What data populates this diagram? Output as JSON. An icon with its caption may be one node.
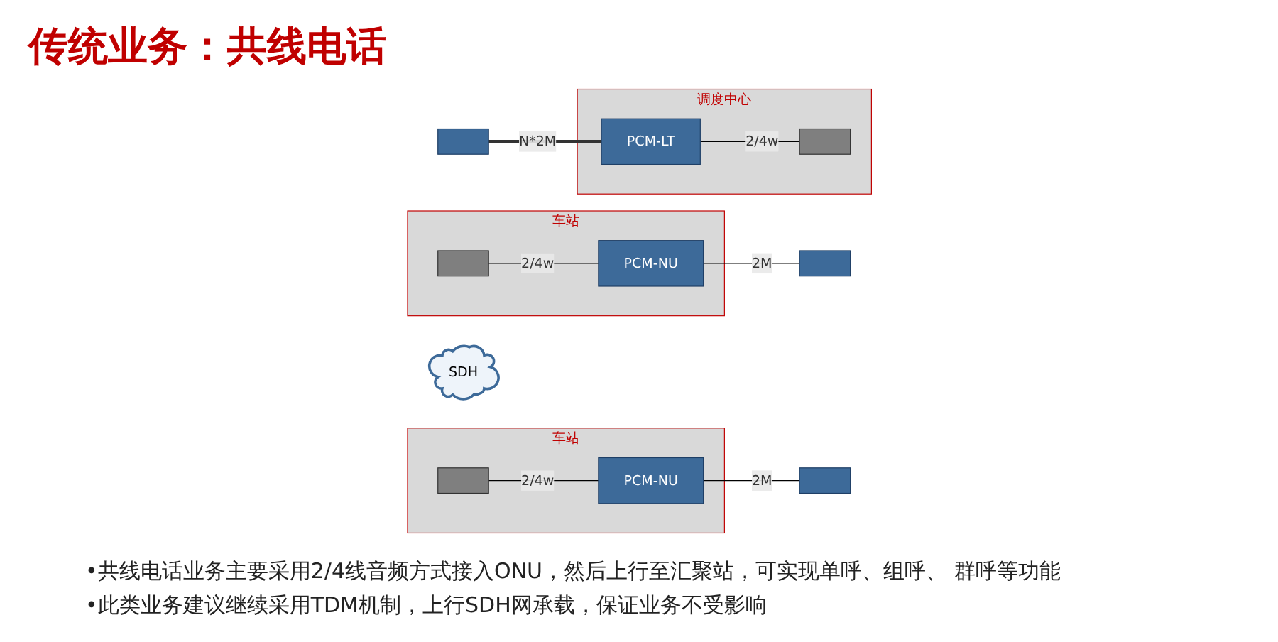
{
  "diagram": {
    "title": "传统业务：共线电话",
    "nodes": [
      {
        "text": [
          "车站"
        ]
      },
      {
        "text": [],
        "shape": "box",
        "in": 0
      },
      {
        "text": [
          "PCM-NU"
        ],
        "in": 0
      },
      {
        "text": [
          "车站"
        ]
      },
      {
        "text": [],
        "shape": "box",
        "in": 3
      },
      {
        "text": [
          "PCM-NU"
        ],
        "in": 3
      },
      {
        "text": [
          "SDH"
        ]
      },
      {
        "text": [],
        "shape": "box"
      },
      {
        "text": [],
        "shape": "box"
      },
      {
        "text": [],
        "shape": "box"
      },
      {
        "text": [
          "调度中心"
        ]
      },
      {
        "text": [
          "PCM-LT"
        ],
        "in": 10
      },
      {
        "text": [],
        "shape": "box",
        "in": 10
      }
    ],
    "edges": [
      {
        "from": 1,
        "to": 2,
        "arrow": "none",
        "label": "2/4w"
      },
      {
        "from": 2,
        "to": 7,
        "arrow": "none",
        "label": "2M"
      },
      {
        "from": 4,
        "to": 5,
        "arrow": "none",
        "label": "2/4w"
      },
      {
        "from": 5,
        "to": 8,
        "arrow": "none",
        "label": "2M"
      },
      {
        "from": 9,
        "to": 11,
        "arrow": "none",
        "label": "N*2M",
        "style": "thick"
      },
      {
        "from": 11,
        "to": 12,
        "arrow": "none",
        "label": "2/4w"
      }
    ],
    "labels": [
      "•共线电话业务主要采用2/4线音频方式接入ONU，然后上行至汇聚站，可实现单呼、组呼、 群呼等功能",
      "•此类业务建议继续采用TDM机制，上行SDH网承载，保证业务不受影响"
    ]
  }
}
